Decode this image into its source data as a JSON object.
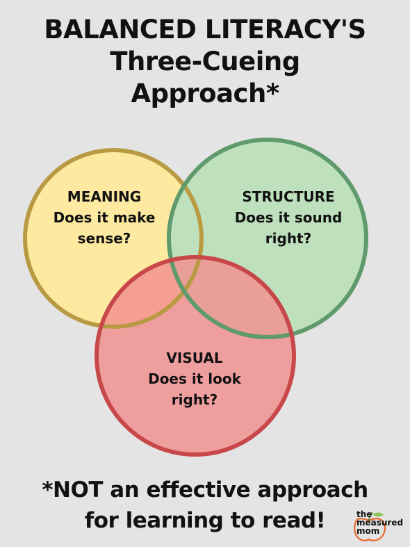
{
  "title": {
    "line1": "BALANCED LITERACY'S",
    "line2": "Three-Cueing",
    "line3": "Approach*"
  },
  "circles": {
    "meaning": {
      "heading": "MEANING",
      "line1": "Does it make",
      "line2": "sense?",
      "fill": "#fde9a0",
      "stroke": "#b89a42"
    },
    "structure": {
      "heading": "STRUCTURE",
      "line1": "Does it sound",
      "line2": "right?",
      "fill": "#bfe0bd",
      "stroke": "#5e9a6c"
    },
    "visual": {
      "heading": "VISUAL",
      "line1": "Does it look",
      "line2": "right?",
      "fill": "#f28f8f",
      "stroke": "#c8484a"
    }
  },
  "footer": {
    "line1": "*NOT an effective approach",
    "line2": "for learning to read!"
  },
  "logo": {
    "line1": "the",
    "line2": "measured",
    "line3": "mom"
  }
}
